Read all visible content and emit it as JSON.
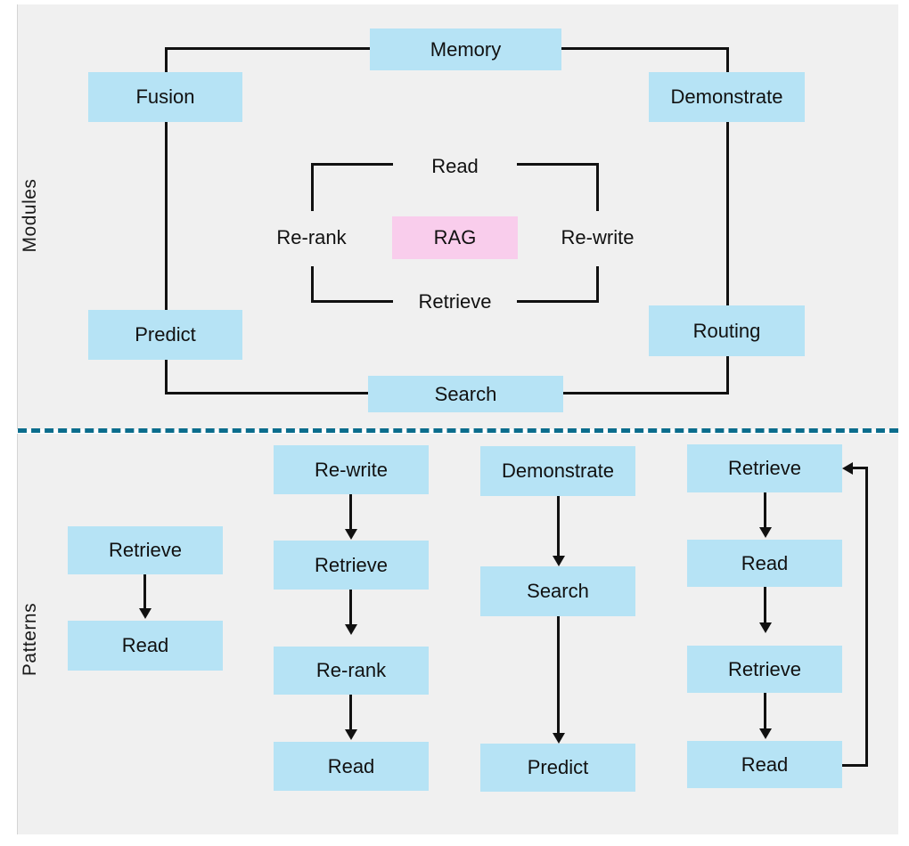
{
  "figure": {
    "background": "#f0f0f0",
    "page_background": "#ffffff",
    "node_color": "#b6e3f5",
    "accent_color": "#f9cdec",
    "divider_color": "#0b6d8d",
    "line_color": "#111111"
  },
  "sections": {
    "modules": {
      "label": "Modules"
    },
    "patterns": {
      "label": "Patterns"
    }
  },
  "modules": {
    "center": {
      "label": "RAG"
    },
    "ring_outer": [
      {
        "id": "memory",
        "label": "Memory"
      },
      {
        "id": "fusion",
        "label": "Fusion"
      },
      {
        "id": "demonstrate",
        "label": "Demonstrate"
      },
      {
        "id": "predict",
        "label": "Predict"
      },
      {
        "id": "routing",
        "label": "Routing"
      },
      {
        "id": "search",
        "label": "Search"
      }
    ],
    "ring_inner": [
      {
        "id": "read",
        "label": "Read"
      },
      {
        "id": "re-rank",
        "label": "Re-rank"
      },
      {
        "id": "re-write",
        "label": "Re-write"
      },
      {
        "id": "retrieve",
        "label": "Retrieve"
      }
    ]
  },
  "patterns": {
    "flows": [
      {
        "id": "flow-1",
        "steps": [
          "Retrieve",
          "Read"
        ],
        "loop": false
      },
      {
        "id": "flow-2",
        "steps": [
          "Re-write",
          "Retrieve",
          "Re-rank",
          "Read"
        ],
        "loop": false
      },
      {
        "id": "flow-3",
        "steps": [
          "Demonstrate",
          "Search",
          "Predict"
        ],
        "loop": false
      },
      {
        "id": "flow-4",
        "steps": [
          "Retrieve",
          "Read",
          "Retrieve",
          "Read"
        ],
        "loop": true
      }
    ]
  }
}
